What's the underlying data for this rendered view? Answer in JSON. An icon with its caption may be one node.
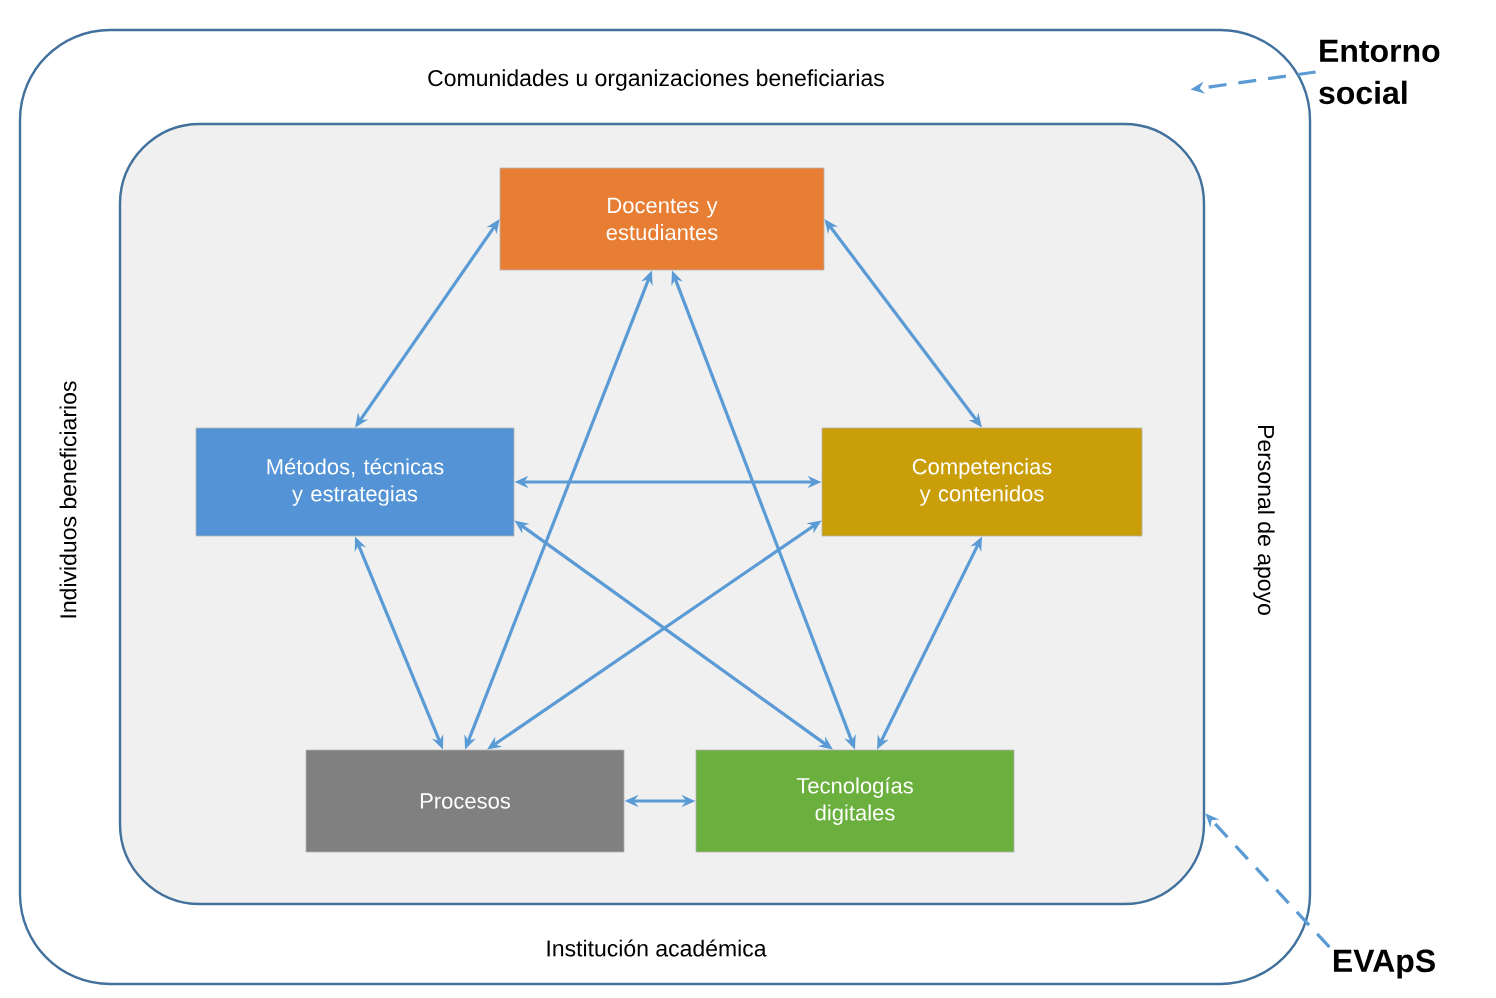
{
  "diagram": {
    "nodes": [
      {
        "text": [
          "Comunidades u organizaciones beneficiarias",
          "Individuos beneficiarios",
          "Personal de apoyo",
          "Institución académica"
        ]
      },
      {
        "text": [],
        "shape": "box",
        "in": 0
      },
      {
        "text": [
          "Docentes y estudiantes"
        ],
        "in": 1
      },
      {
        "text": [
          "Métodos, técnicas y estrategias"
        ],
        "in": 1
      },
      {
        "text": [
          "Competencias y contenidos"
        ],
        "in": 1
      },
      {
        "text": [
          "Procesos"
        ],
        "in": 1
      },
      {
        "text": [
          "Tecnologías digitales"
        ],
        "in": 1
      },
      {
        "text": [
          "Entorno social"
        ]
      },
      {
        "text": [
          "EVApS"
        ]
      }
    ],
    "edges": [
      {
        "from": 2,
        "to": 3,
        "arrow": "both"
      },
      {
        "from": 2,
        "to": 4,
        "arrow": "both"
      },
      {
        "from": 2,
        "to": 5,
        "arrow": "both"
      },
      {
        "from": 2,
        "to": 6,
        "arrow": "both"
      },
      {
        "from": 3,
        "to": 4,
        "arrow": "both"
      },
      {
        "from": 3,
        "to": 6,
        "arrow": "both"
      },
      {
        "from": 4,
        "to": 5,
        "arrow": "both"
      },
      {
        "from": 3,
        "to": 5,
        "arrow": "both"
      },
      {
        "from": 4,
        "to": 6,
        "arrow": "both"
      },
      {
        "from": 5,
        "to": 6,
        "arrow": "both"
      },
      {
        "from": 7,
        "to": 0,
        "arrow": "to",
        "style": "dashed"
      },
      {
        "from": 8,
        "to": 1,
        "arrow": "to",
        "style": "dashed"
      }
    ]
  }
}
